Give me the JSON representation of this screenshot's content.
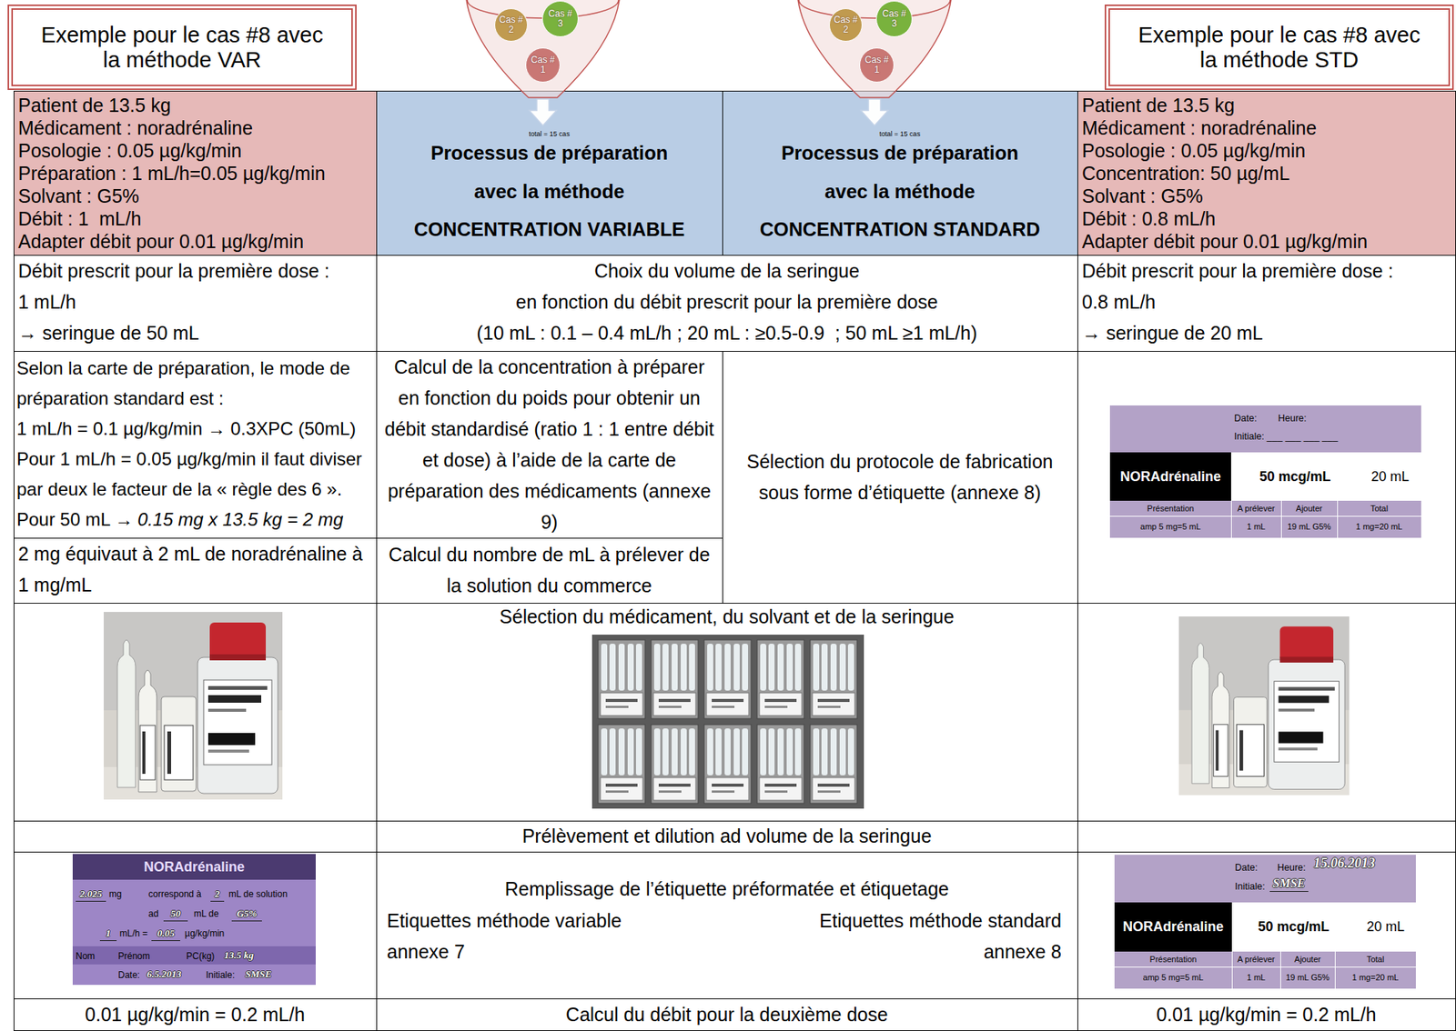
{
  "diagram": {
    "nodes": [
      {
        "text": [
          "Exemple pour le cas #8 avec la méthode VAR"
        ]
      },
      {
        "text": [
          "Cas # 2"
        ]
      },
      {
        "text": [
          "Cas # 3"
        ]
      },
      {
        "text": [
          "Cas # 1"
        ]
      },
      {
        "text": [
          "Cas # 2"
        ]
      },
      {
        "text": [
          "Cas # 3"
        ]
      },
      {
        "text": [
          "Cas # 1"
        ]
      },
      {
        "text": [
          "Exemple pour le cas #8 avec la méthode STD"
        ]
      },
      {
        "text": [
          "Patient de 13.5 kg",
          "Médicament : noradrénaline",
          "Posologie : 0.05 µg/kg/min",
          "Préparation : 1 mL/h=0.05 µg/kg/min",
          "Solvant : G5%",
          "Débit : 1  mL/h",
          "Adapter débit pour 0.01 µg/kg/min"
        ]
      },
      {
        "text": [
          "total = 15 cas",
          "Processus de préparation",
          "avec la méthode",
          "CONCENTRATION VARIABLE"
        ]
      },
      {
        "text": [
          "total = 15 cas",
          "Processus de préparation",
          "avec la méthode",
          "CONCENTRATION STANDARD"
        ]
      },
      {
        "text": [
          "Patient de 13.5 kg",
          "Médicament : noradrénaline",
          "Posologie : 0.05 µg/kg/min",
          "Concentration: 50 µg/mL",
          "Solvant : G5%",
          "Débit : 0.8 mL/h",
          "Adapter débit pour 0.01 µg/kg/min"
        ]
      },
      {
        "text": [
          "Débit prescrit pour la première dose :",
          "1 mL/h",
          "→ seringue de 50 mL"
        ]
      },
      {
        "text": [
          "Choix du volume de la seringue",
          "en fonction du débit prescrit pour la première dose",
          "(10 mL : 0.1 – 0.4 mL/h ; 20 mL : ≥0.5-0.9  ; 50 mL ≥1 mL/h)"
        ]
      },
      {
        "text": [
          "Débit prescrit pour la première dose :",
          "0.8 mL/h",
          "→ seringue de 20 mL"
        ]
      },
      {
        "text": [
          "Selon la carte de préparation, le mode de préparation standard est :",
          "1 mL/h = 0.1 µg/kg/min → 0.3XPC (50mL)",
          "Pour 1 mL/h = 0.05 µg/kg/min il faut diviser par deux le facteur de la « règle des 6 ».",
          "Pour 50 mL →",
          "0.15 mg x 13.5 kg = 2 mg"
        ]
      },
      {
        "text": [
          "2 mg équivaut à 2 mL de noradrénaline à 1 mg/mL"
        ]
      },
      {
        "text": [
          "Calcul de la concentration à préparer en fonction du poids pour obtenir un débit standardisé (ratio 1 : 1 entre débit et dose) à l’aide de la carte de préparation des médicaments (annexe 9)"
        ]
      },
      {
        "text": [
          "Calcul du nombre de mL à prélever de la solution du commerce"
        ]
      },
      {
        "text": [
          "Sélection du protocole de fabrication sous forme d’étiquette (annexe 8)"
        ]
      },
      {
        "text": [
          "Date:",
          "Heure:",
          "Initiale: ___ ___ ___ ___",
          "NORAdrénaline",
          "50 mcg/mL",
          "20 mL",
          "Présentation",
          "A prélever",
          "Ajouter",
          "Total",
          "amp 5 mg=5 mL",
          "1 mL",
          "19 mL G5%",
          "1 mg=20 mL"
        ]
      },
      {
        "text": [
          "Sélection du médicament, du solvant et de la seringue"
        ]
      },
      {
        "text": [
          "Prélèvement et dilution ad volume de la seringue"
        ]
      },
      {
        "text": [
          "NORAdrénaline",
          "2.025",
          "mg",
          "correspond à",
          "2",
          "mL de solution",
          "ad",
          "50",
          "mL de",
          "G5%",
          "1",
          "mL/h =",
          "0.05",
          "µg/kg/min",
          "Nom",
          "Prénom",
          "PC(kg)",
          "13.5 kg",
          "Date:",
          "6.5.2013",
          "Initiale:",
          "SMSE"
        ]
      },
      {
        "text": [
          "Remplissage de l’étiquette préformatée  et étiquetage",
          "Etiquettes méthode variable",
          "annexe 7",
          "Etiquettes méthode standard",
          "annexe 8"
        ]
      },
      {
        "text": [
          "Date:",
          "Heure:",
          "15.06.2013",
          "Initiale:",
          "SMSE",
          "NORAdrénaline",
          "50 mcg/mL",
          "20 mL",
          "Présentation",
          "A prélever",
          "Ajouter",
          "Total",
          "amp 5 mg=5 mL",
          "1 mL",
          "19 mL G5%",
          "1 mg=20 mL"
        ]
      },
      {
        "text": [
          "0.01 µg/kg/min = 0.2 mL/h"
        ]
      },
      {
        "text": [
          "Calcul du débit pour la deuxième dose"
        ]
      },
      {
        "text": [
          "0.01 µg/kg/min = 0.2 mL/h"
        ]
      }
    ]
  }
}
